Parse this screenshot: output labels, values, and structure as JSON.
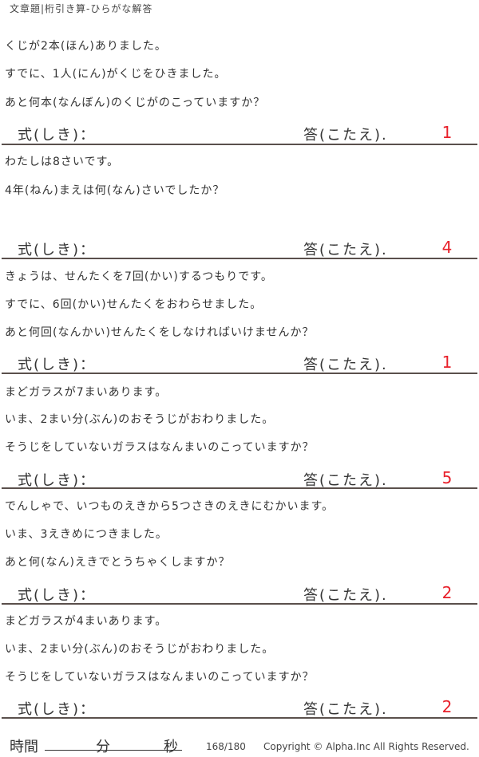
{
  "header": {
    "title": "文章題|桁引き算-ひらがな解答"
  },
  "labels": {
    "shiki": "式(しき)：",
    "kotae": "答(こたえ)."
  },
  "problems": [
    {
      "lines": [
        "くじが2本(ほん)ありました。",
        "すでに、1人(にん)がくじをひきました。",
        "あと何本(なんぼん)のくじがのこっていますか？"
      ],
      "answer": "1"
    },
    {
      "lines": [
        "わたしは8さいです。",
        "4年(ねん)まえは何(なん)さいでしたか？"
      ],
      "answer": "4"
    },
    {
      "lines": [
        "きょうは、せんたくを7回(かい)するつもりです。",
        "すでに、6回(かい)せんたくをおわらせました。",
        "あと何回(なんかい)せんたくをしなければいけませんか？"
      ],
      "answer": "1"
    },
    {
      "lines": [
        "まどガラスが7まいあります。",
        "いま、2まい分(ぶん)のおそうじがおわりました。",
        "そうじをしていないガラスはなんまいのこっていますか？"
      ],
      "answer": "5"
    },
    {
      "lines": [
        "でんしゃで、いつものえきから5つさきのえきにむかいます。",
        "いま、3えきめにつきました。",
        "あと何(なん)えきでとうちゃくしますか？"
      ],
      "answer": "2"
    },
    {
      "lines": [
        "まどガラスが4まいあります。",
        "いま、2まい分(ぶん)のおそうじがおわりました。",
        "そうじをしていないガラスはなんまいのこっていますか？"
      ],
      "answer": "2"
    }
  ],
  "footer": {
    "time_label": "時間",
    "minutes_label": "分",
    "seconds_label": "秒",
    "page": "168/180",
    "copyright": "Copyright ©  Alpha.Inc All Rights Reserved."
  }
}
